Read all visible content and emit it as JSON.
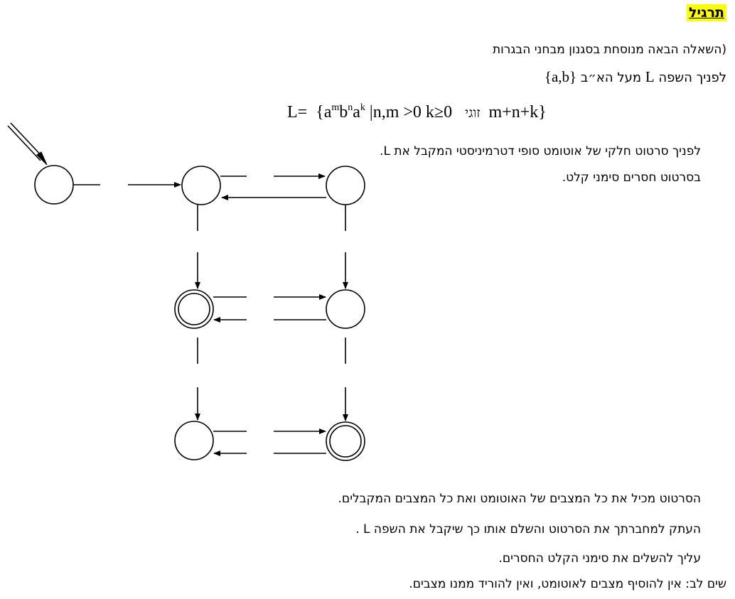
{
  "title": "תרגיל",
  "intro": "(השאלה הבאה מנוסחת בסגנון מבחני הבגרות",
  "alphabet_line": {
    "prefix": "לפניך השפה",
    "lang": "L",
    "middle": "מעל הא״ב",
    "set": "{a,b}"
  },
  "formula": {
    "lhs": "L=",
    "open": "{a",
    "exp_m": "m",
    "b": "b",
    "exp_n": "n",
    "a": "a",
    "exp_k": "k",
    "cond": "|n,m >0 k≥0",
    "even_word": "זוגי",
    "sum": "m+n+k}"
  },
  "description": [
    "לפניך סרטוט חלקי של אוטומט סופי דטרמיניסטי המקבל את L.",
    "בסרטוט חסרים סימני קלט."
  ],
  "instructions": [
    "הסרטוט מכיל את כל המצבים של האוטומט ואת כל המצבים המקבלים.",
    "העתק למחברתך את הסרטוט והשלם אותו כך שיקבל את השפה L .",
    "עליך להשלים את סימני הקלט החסרים.",
    "שים לב: אין להוסיף מצבים לאוטומט, ואין להוריד ממנו מצבים."
  ]
}
